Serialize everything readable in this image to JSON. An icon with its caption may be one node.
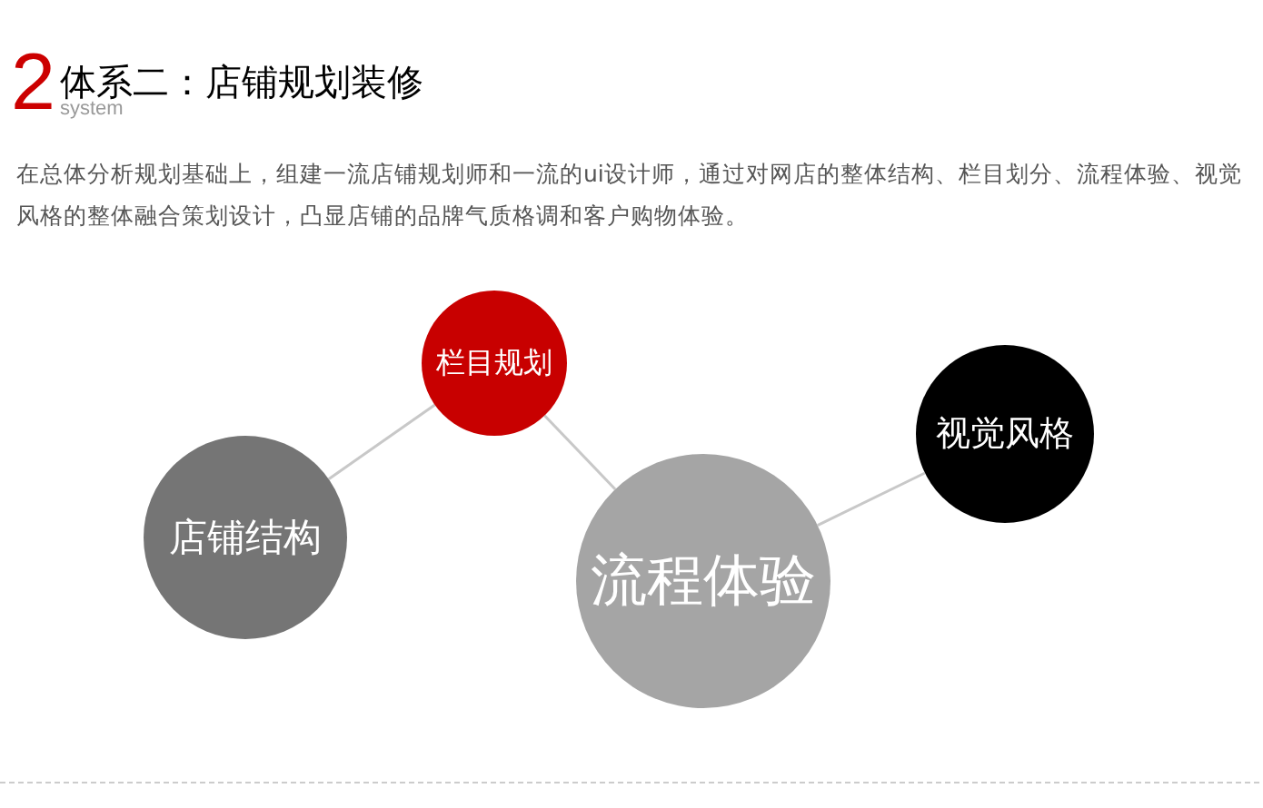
{
  "diagram": {
    "title": "体系二：店铺规划装修",
    "nodes": [
      {
        "text": [
          "店铺结构"
        ]
      },
      {
        "text": [
          "栏目规划"
        ]
      },
      {
        "text": [
          "流程体验"
        ]
      },
      {
        "text": [
          "视觉风格"
        ]
      }
    ],
    "edges": [
      {
        "from": 0,
        "to": 1,
        "arrow": "none"
      },
      {
        "from": 1,
        "to": 2,
        "arrow": "none"
      },
      {
        "from": 2,
        "to": 3,
        "arrow": "none"
      }
    ],
    "labels": [
      "2",
      "system",
      "在总体分析规划基础上，组建一流店铺规划师和一流的ui设计师，通过对网店的整体结构、栏目划分、流程体验、视觉风格的整体融合策划设计，凸显店铺的品牌气质格调和客户购物体验。"
    ]
  }
}
